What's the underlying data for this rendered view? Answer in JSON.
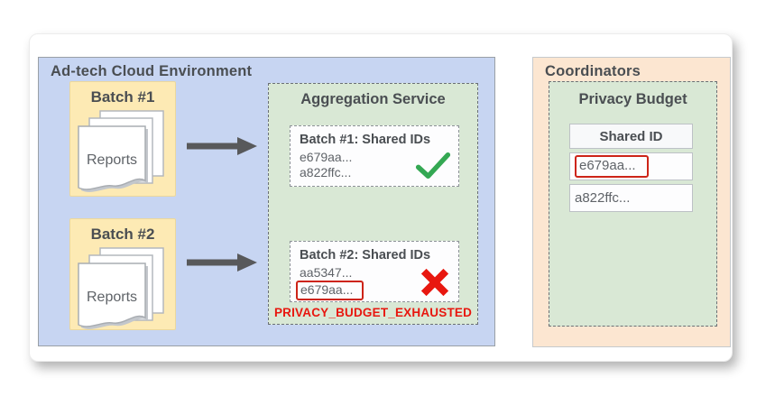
{
  "palette": {
    "adtech_bg": "#c7d5f2",
    "batch_bg": "#fdeab4",
    "service_bg": "#d9e8d5",
    "coordinators_bg": "#fce6d1",
    "success_green": "#34a853",
    "error_red": "#e8170f",
    "flag_box_red": "#cd2418",
    "arrow_gray": "#58595b"
  },
  "adtech": {
    "title": "Ad-tech Cloud Environment",
    "batches": [
      {
        "label": "Batch #1",
        "docs_label": "Reports"
      },
      {
        "label": "Batch #2",
        "docs_label": "Reports"
      }
    ],
    "aggregation": {
      "title": "Aggregation Service",
      "results": [
        {
          "title": "Batch #1: Shared IDs",
          "ids": [
            "e679aa...",
            "a822ffc..."
          ],
          "status": "success",
          "status_icon": "checkmark-icon"
        },
        {
          "title": "Batch #2: Shared IDs",
          "ids": [
            "aa5347...",
            "e679aa..."
          ],
          "status": "failure",
          "status_icon": "x-icon",
          "flagged_id": "e679aa..."
        }
      ],
      "error_label": "PRIVACY_BUDGET_EXHAUSTED"
    }
  },
  "coordinators": {
    "title": "Coordinators",
    "privacy_budget": {
      "title": "Privacy Budget",
      "table": {
        "header": "Shared ID",
        "rows": [
          {
            "id": "e679aa...",
            "flagged": true
          },
          {
            "id": "a822ffc...",
            "flagged": false
          }
        ]
      }
    }
  }
}
